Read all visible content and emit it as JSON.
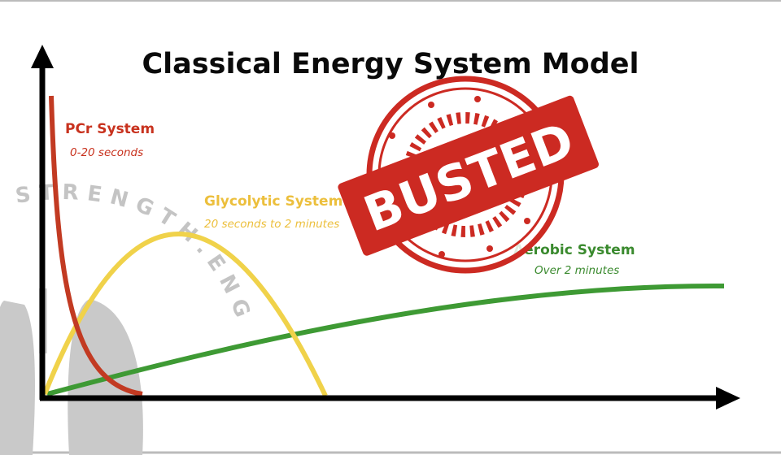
{
  "title": "Classical Energy System Model",
  "watermark": "STRENGTH.ENG",
  "stamp": {
    "text": "BUSTED",
    "color": "#cc2a22"
  },
  "systems": [
    {
      "name": "PCr System",
      "duration": "0-20 seconds",
      "color": "#c8321e"
    },
    {
      "name": "Glycolytic System",
      "duration": "20 seconds to 2 minutes",
      "color": "#ecbf3c"
    },
    {
      "name": "Aerobic System",
      "duration": "Over 2 minutes",
      "color": "#3a8a2e"
    }
  ],
  "colors": {
    "axis": "#000000",
    "pcr_curve": "#c23a22",
    "glycolytic_curve": "#f0d24a",
    "aerobic_curve": "#3e9a34"
  }
}
